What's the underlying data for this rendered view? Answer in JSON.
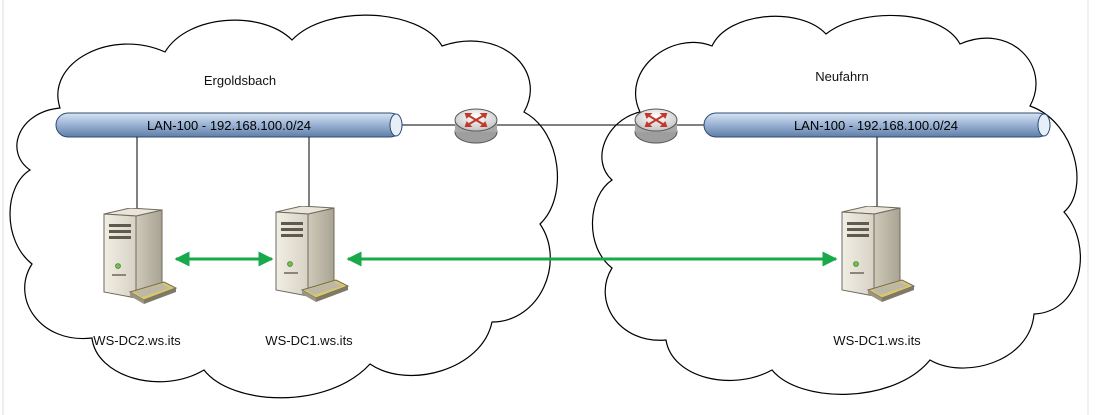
{
  "sites": [
    {
      "name": "Ergoldsbach",
      "lan_label": "LAN-100 - 192.168.100.0/24",
      "servers": [
        {
          "label": "WS-DC2.ws.its"
        },
        {
          "label": "WS-DC1.ws.its"
        }
      ]
    },
    {
      "name": "Neufahrn",
      "lan_label": "LAN-100 - 192.168.100.0/24",
      "servers": [
        {
          "label": "WS-DC1.ws.its"
        }
      ]
    }
  ],
  "icons": {
    "router": "router-icon",
    "server": "server-icon"
  },
  "colors": {
    "replication_link": "#19a84c",
    "lan_bar": "#9fb6d6",
    "cloud_stroke": "#000000",
    "router_arrows": "#c0392b"
  }
}
